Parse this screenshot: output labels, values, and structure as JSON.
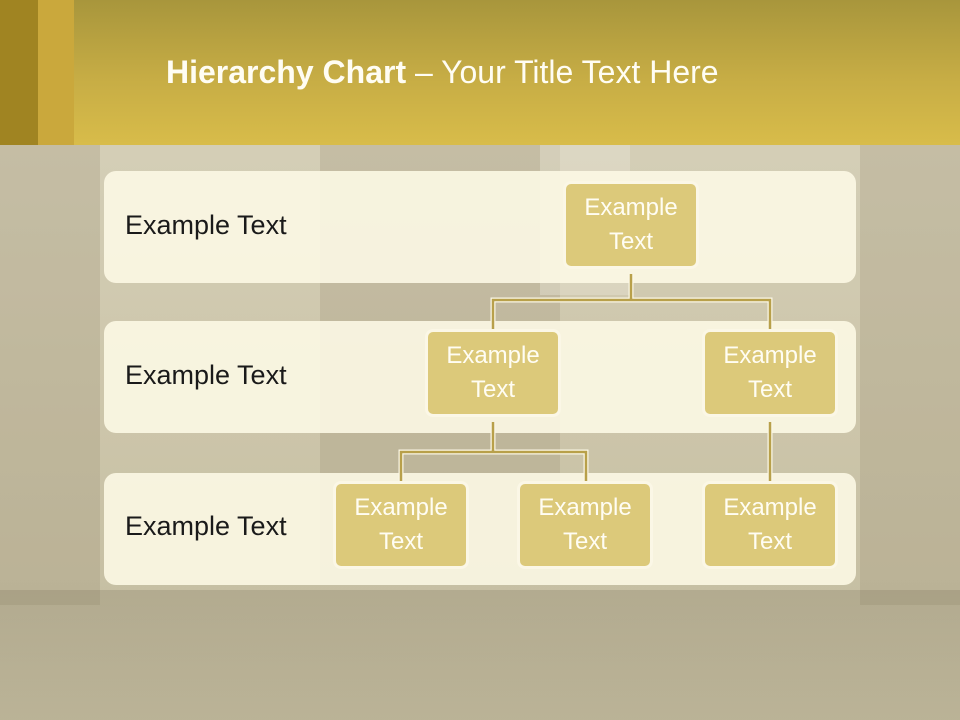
{
  "title": {
    "bold": "Hierarchy Chart",
    "rest": " – Your Title Text Here"
  },
  "levels": [
    {
      "label": "Example Text"
    },
    {
      "label": "Example Text"
    },
    {
      "label": "Example Text"
    }
  ],
  "nodes": [
    {
      "id": "root",
      "line1": "Example",
      "line2": "Text"
    },
    {
      "id": "l2-left",
      "line1": "Example",
      "line2": "Text"
    },
    {
      "id": "l2-right",
      "line1": "Example",
      "line2": "Text"
    },
    {
      "id": "l3-a",
      "line1": "Example",
      "line2": "Text"
    },
    {
      "id": "l3-b",
      "line1": "Example",
      "line2": "Text"
    },
    {
      "id": "l3-c",
      "line1": "Example",
      "line2": "Text"
    }
  ],
  "colors": {
    "node_fill": "#dcc97a",
    "title_bar": "#c7ad45",
    "connector": "#b8a04a"
  }
}
